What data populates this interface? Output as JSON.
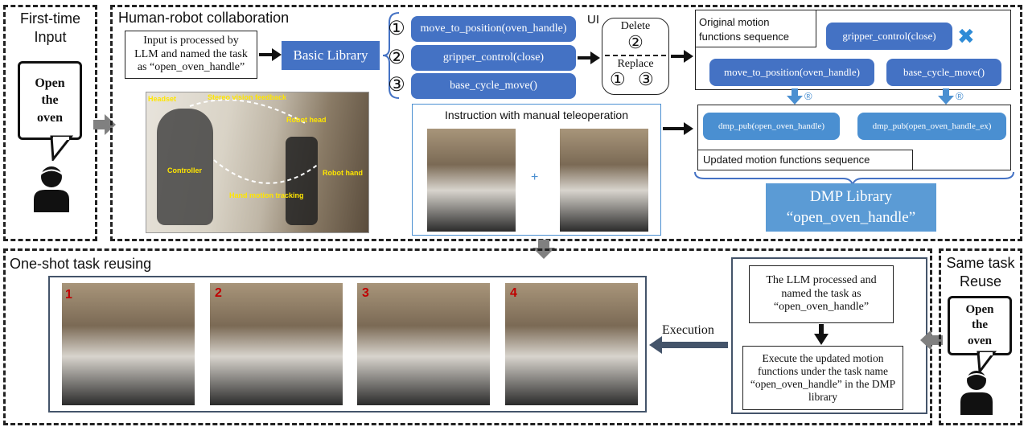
{
  "first_time": {
    "title": "First-time\nInput",
    "bubble": "Open\nthe\noven"
  },
  "hrc": {
    "title": "Human-robot collaboration",
    "input_text": "Input is processed by LLM and named the task as “open_oven_handle”",
    "basic_library": "Basic Library",
    "functions": [
      "move_to_position(oven_handle)",
      "gripper_control(close)",
      "base_cycle_move()"
    ],
    "function_nums": [
      "①",
      "②",
      "③"
    ],
    "ui_label": "UI",
    "delete_label": "Delete",
    "delete_num": "②",
    "replace_label": "Replace",
    "replace_nums": [
      "①",
      "③"
    ],
    "photo_labels": {
      "headset": "Headset",
      "stereo": "Stereo vision feedback",
      "robot_head": "Robot head",
      "controller": "Controller",
      "robot_hand": "Robot hand",
      "hand_tracking": "Hand motion tracking"
    },
    "teleop_title": "Instruction with manual teleoperation",
    "plus": "+",
    "orig_seq_label": "Original motion functions sequence",
    "orig_funcs": [
      "gripper_control(close)",
      "move_to_position(oven_handle)",
      "base_cycle_move()"
    ],
    "cross": "✖",
    "registered": "®",
    "dmp_funcs": [
      "dmp_pub(open_oven_handle)",
      "dmp_pub(open_oven_handle_ex)"
    ],
    "updated_seq_label": "Updated motion functions sequence",
    "dmp_library": "DMP Library\n“open_oven_handle”"
  },
  "reuse": {
    "title": "One-shot task reusing",
    "step_nums": [
      "1",
      "2",
      "3",
      "4"
    ],
    "execution": "Execution",
    "llm_text": "The LLM processed and named the task as “open_oven_handle”",
    "execute_text": "Execute the updated motion functions under the task name “open_oven_handle” in the DMP library"
  },
  "same_task": {
    "title": "Same task\nReuse",
    "bubble": "Open\nthe\noven"
  },
  "colors": {
    "blue": "#4472c4",
    "light_blue": "#4a8fd1",
    "cross": "#2e8bd6",
    "red_num": "#c00000"
  }
}
